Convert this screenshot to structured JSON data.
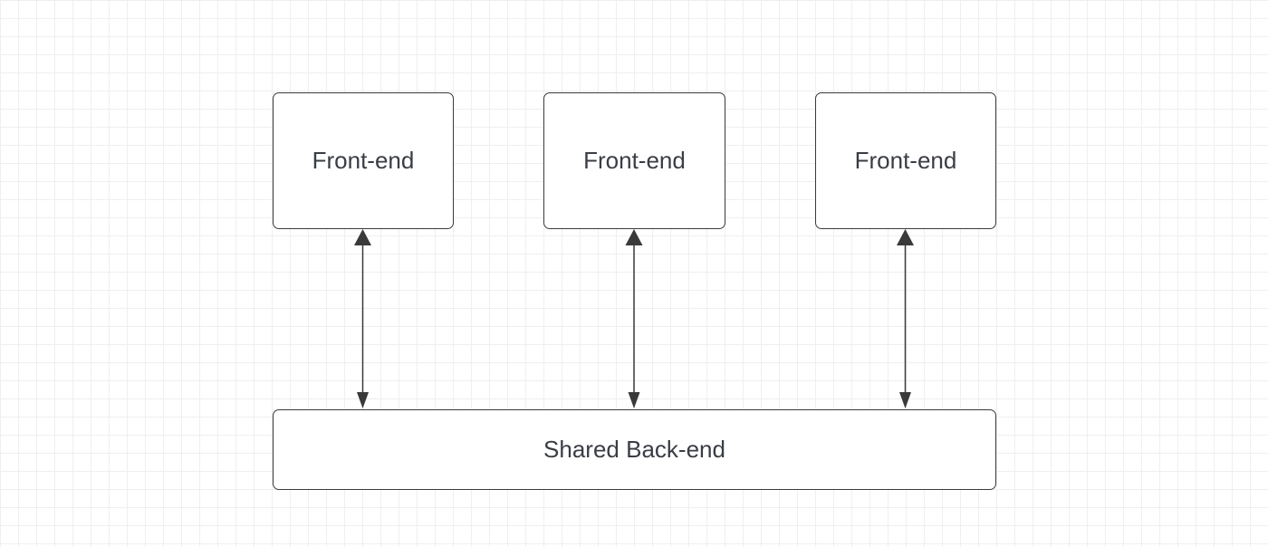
{
  "diagram": {
    "nodes": {
      "frontend_1": {
        "label": "Front-end"
      },
      "frontend_2": {
        "label": "Front-end"
      },
      "frontend_3": {
        "label": "Front-end"
      },
      "backend": {
        "label": "Shared Back-end"
      }
    },
    "edges": [
      {
        "from": "frontend_1",
        "to": "backend",
        "direction": "bidirectional"
      },
      {
        "from": "frontend_2",
        "to": "backend",
        "direction": "bidirectional"
      },
      {
        "from": "frontend_3",
        "to": "backend",
        "direction": "bidirectional"
      }
    ],
    "colors": {
      "stroke": "#3a3a3a",
      "text": "#3a3d44",
      "grid": "#e8e8e8",
      "background": "#ffffff"
    }
  }
}
